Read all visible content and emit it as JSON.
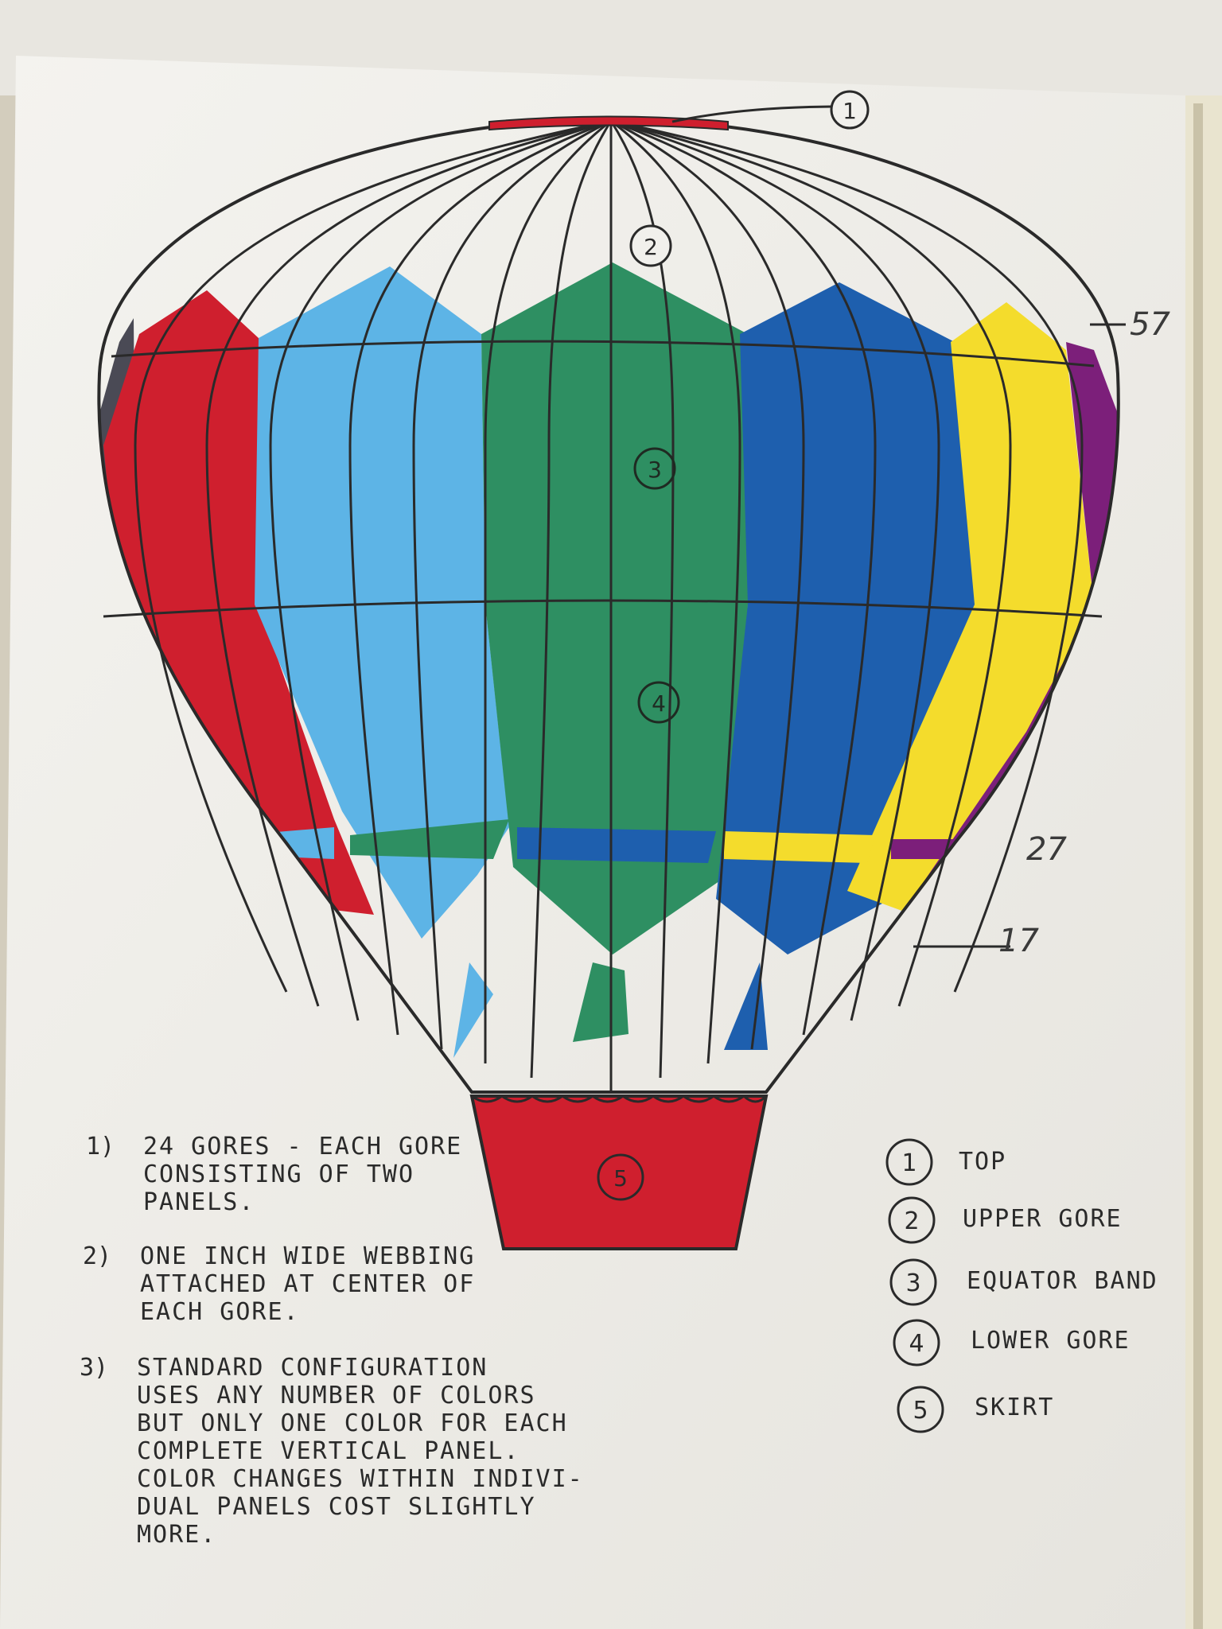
{
  "colors": {
    "paper": "#efeeea",
    "ink": "#2a2a2a",
    "red": "#cf1f2e",
    "light_blue": "#5db4e6",
    "green": "#2e8f62",
    "blue": "#1e5fae",
    "yellow": "#f4dc2c",
    "purple": "#7c1f7a",
    "gray": "#4a4a55"
  },
  "callouts": {
    "top": "1",
    "upper_gore": "2",
    "equator_band": "3",
    "lower_gore": "4",
    "skirt": "5"
  },
  "handwritten": {
    "mark_top": "57",
    "mark_mid": "27",
    "mark_low": "17"
  },
  "notes": [
    {
      "number": "1)",
      "text": "24 GORES - EACH GORE\nCONSISTING OF TWO\nPANELS."
    },
    {
      "number": "2)",
      "text": "ONE INCH WIDE WEBBING\nATTACHED AT CENTER OF\nEACH GORE."
    },
    {
      "number": "3)",
      "text": "STANDARD CONFIGURATION\nUSES ANY NUMBER OF COLORS\nBUT ONLY ONE COLOR FOR EACH\nCOMPLETE VERTICAL PANEL.\nCOLOR CHANGES WITHIN INDIVI-\nDUAL PANELS COST SLIGHTLY\nMORE."
    }
  ],
  "legend": [
    {
      "number": "1",
      "label": "TOP"
    },
    {
      "number": "2",
      "label": "UPPER GORE"
    },
    {
      "number": "3",
      "label": "EQUATOR BAND"
    },
    {
      "number": "4",
      "label": "LOWER GORE"
    },
    {
      "number": "5",
      "label": "SKIRT"
    }
  ]
}
